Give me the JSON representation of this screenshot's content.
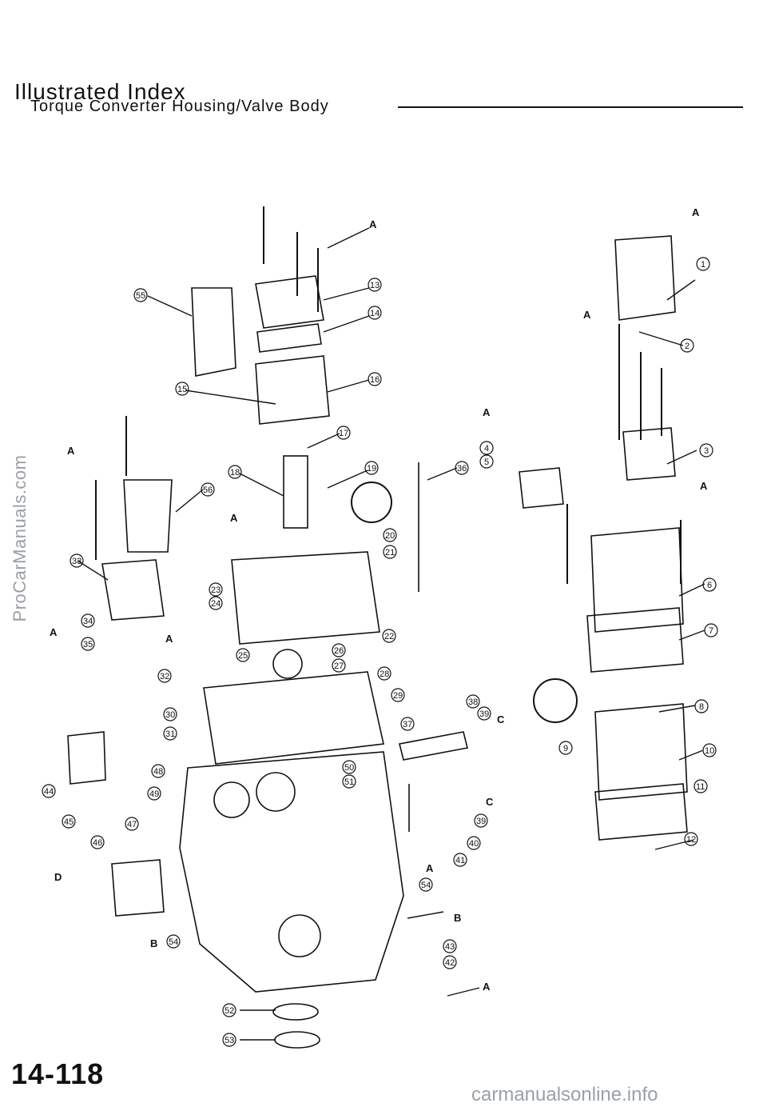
{
  "header": {
    "title": "Illustrated Index",
    "subtitle": "Torque Converter Housing/Valve Body"
  },
  "diagram": {
    "callouts": [
      "1",
      "2",
      "3",
      "4",
      "5",
      "6",
      "7",
      "8",
      "9",
      "10",
      "11",
      "12",
      "13",
      "14",
      "15",
      "16",
      "17",
      "18",
      "19",
      "20",
      "21",
      "22",
      "23",
      "24",
      "25",
      "26",
      "27",
      "28",
      "29",
      "30",
      "31",
      "32",
      "33",
      "34",
      "35",
      "36",
      "37",
      "38",
      "39",
      "40",
      "41",
      "42",
      "43",
      "44",
      "45",
      "46",
      "47",
      "48",
      "49",
      "50",
      "51",
      "52",
      "53",
      "54",
      "55",
      "56"
    ],
    "letters": [
      "A",
      "B",
      "C",
      "D"
    ]
  },
  "footer": {
    "page_number": "14-118",
    "watermark_side": "ProCarManuals.com",
    "watermark_bottom": "carmanualsonline.info"
  }
}
